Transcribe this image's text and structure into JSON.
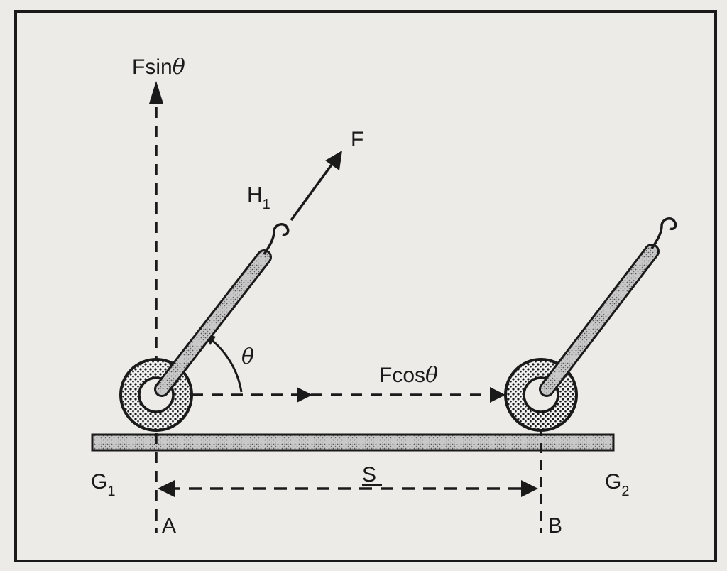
{
  "labels": {
    "force": "F",
    "force_vertical": "Fsin",
    "force_horizontal": "Fcos",
    "theta": "θ",
    "hook_1": "H",
    "hook_1_sub": "1",
    "ground_1": "G",
    "ground_1_sub": "1",
    "ground_2": "G",
    "ground_2_sub": "2",
    "displacement": "S",
    "point_a": "A",
    "point_b": "B"
  },
  "colors": {
    "ink": "#1a1a1a",
    "paper": "#ecebe8",
    "board": "#bdbdbd",
    "stipple": "#8a8a8a"
  }
}
